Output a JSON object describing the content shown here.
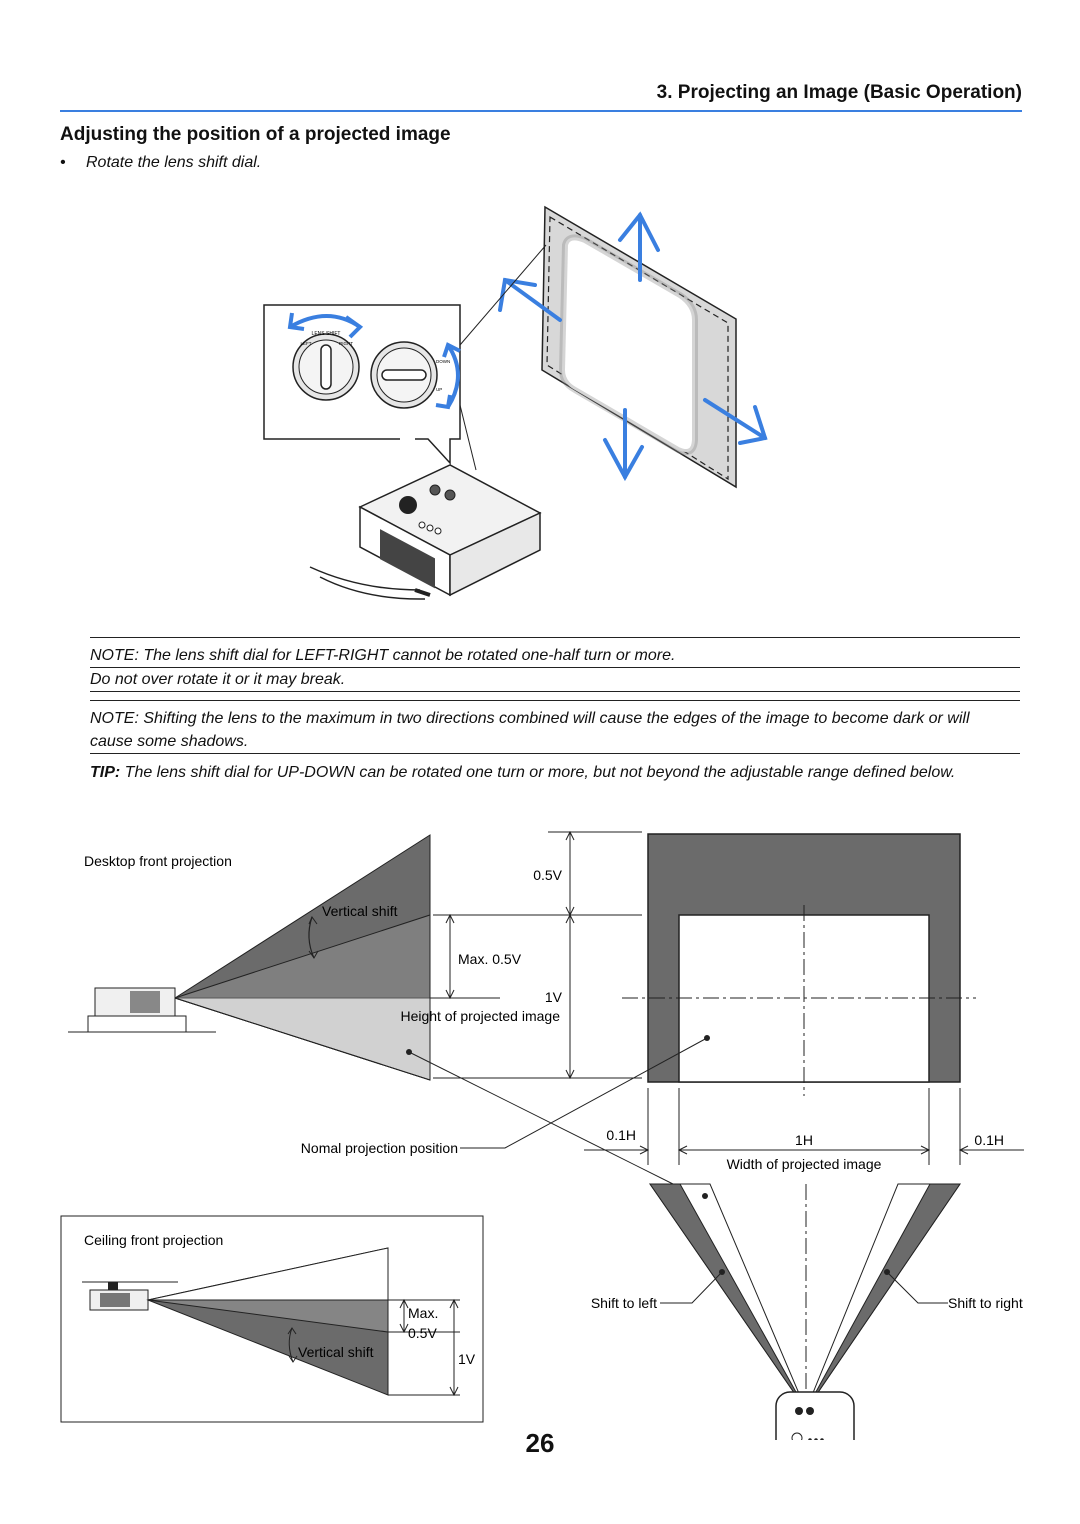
{
  "header": {
    "chapter_title": "3. Projecting an Image (Basic Operation)",
    "section_title": "Adjusting the position of a projected image",
    "bullet": "Rotate the lens shift dial."
  },
  "notes": {
    "note1_line1": "NOTE: The lens shift dial for LEFT-RIGHT cannot be rotated one-half turn or more.",
    "note1_line2": "Do not over rotate it or it may break.",
    "note2_line1": "NOTE: Shifting the lens to the maximum in two directions combined will cause the edges of the image to become dark or will",
    "note2_line2": "cause some shadows.",
    "tip_label": "TIP:",
    "tip_text": " The lens shift dial for UP-DOWN can be rotated one turn or more, but not beyond the adjustable range defined below."
  },
  "illustration": {
    "dial_label_top": "LENS SHIFT",
    "dial_label_left": "LEFT",
    "dial_label_right": "RIGHT",
    "dial_label_up": "UP",
    "dial_label_down": "DOWN"
  },
  "diagram": {
    "desktop_front_projection": "Desktop front projection",
    "vertical_shift": "Vertical shift",
    "half_v": "0.5V",
    "max_half_v": "Max. 0.5V",
    "one_v": "1V",
    "height_of_projected_image": "Height of projected image",
    "normal_projection_position": "Nomal projection position",
    "point_one_h_left": "0.1H",
    "one_h": "1H",
    "point_one_h_right": "0.1H",
    "width_of_projected_image": "Width of projected image",
    "ceiling_front_projection": "Ceiling front projection",
    "max_label": "Max.",
    "ceiling_half_v": "0.5V",
    "ceiling_vertical_shift": "Vertical shift",
    "ceiling_one_v": "1V",
    "shift_to_left": "Shift to left",
    "shift_to_right": "Shift to right"
  },
  "colors": {
    "accent_blue": "#3a7fe0",
    "shade_gray": "#6b6b6b"
  },
  "page_number": "26"
}
